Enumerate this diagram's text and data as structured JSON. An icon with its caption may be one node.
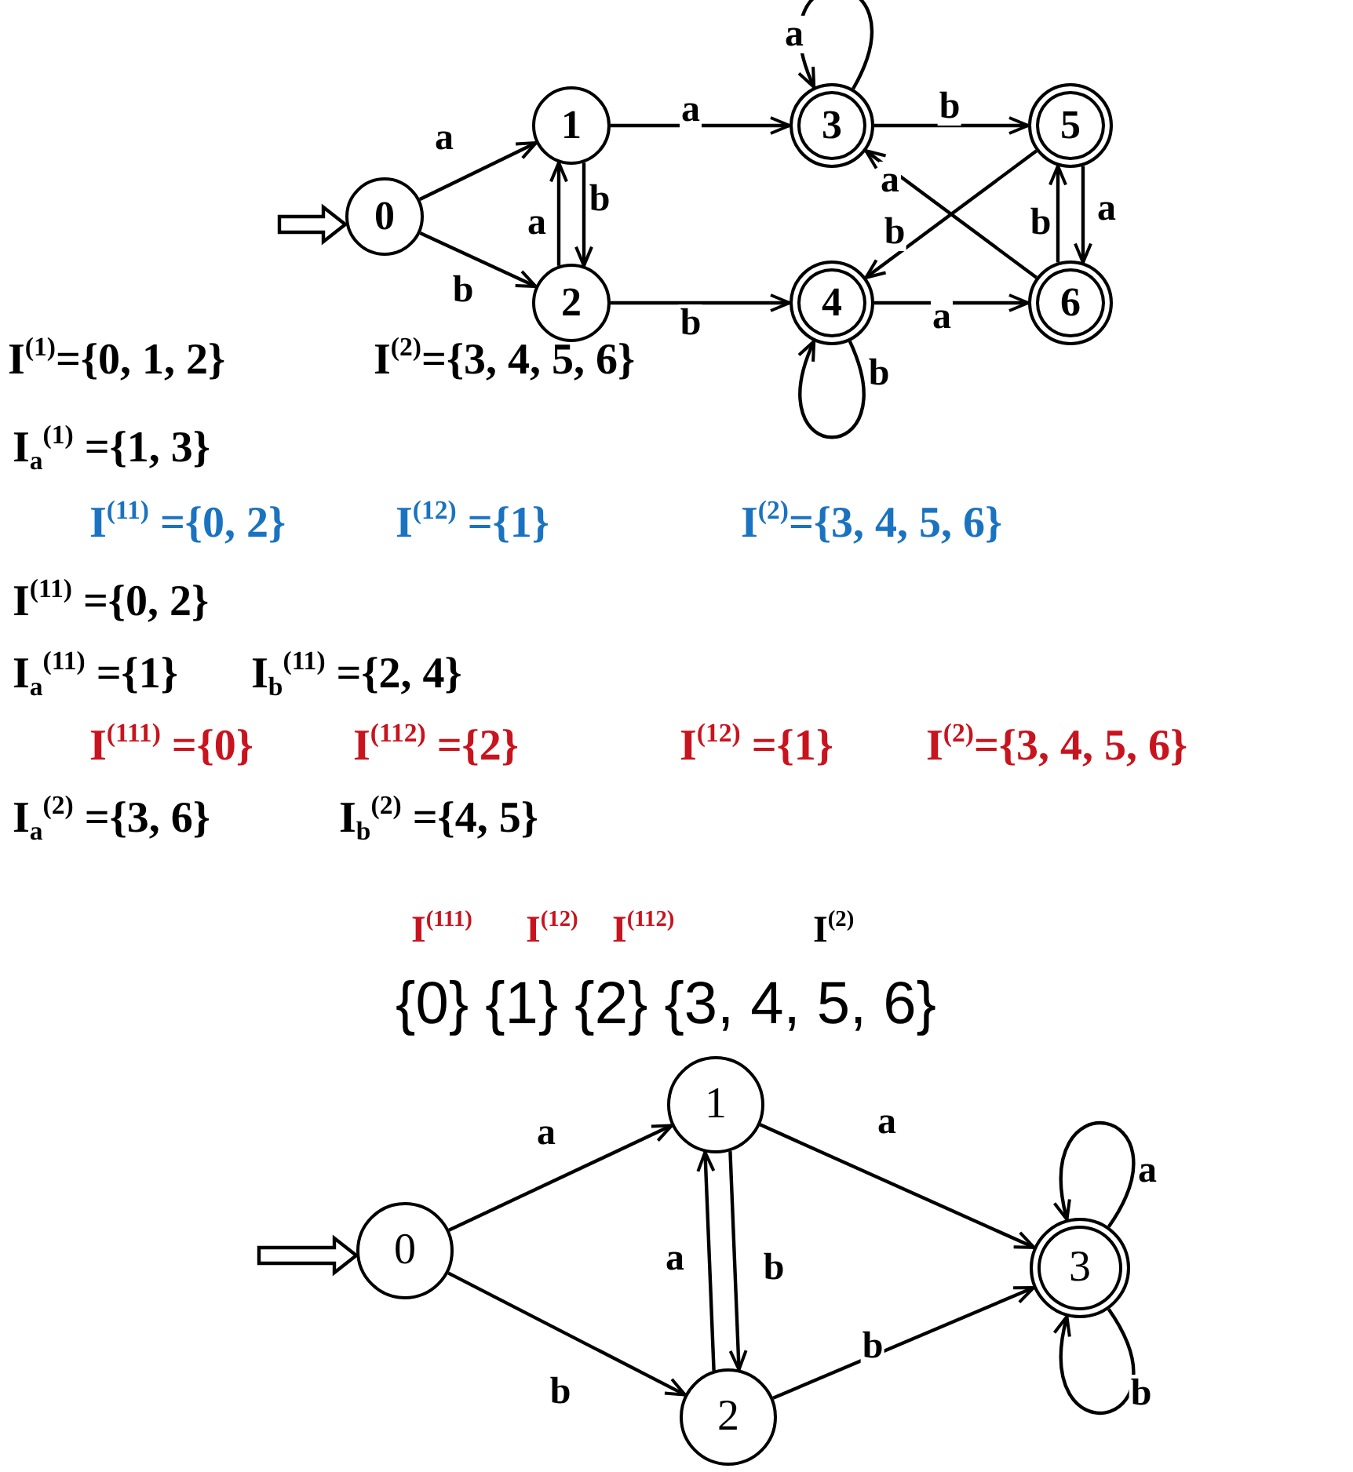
{
  "diagram": {
    "nodes": [
      {
        "text": [
          "0"
        ]
      },
      {
        "text": [
          "1"
        ]
      },
      {
        "text": [
          "2"
        ]
      },
      {
        "text": [
          "3"
        ]
      },
      {
        "text": [
          "4"
        ]
      },
      {
        "text": [
          "5"
        ]
      },
      {
        "text": [
          "6"
        ]
      },
      {
        "text": [
          "0"
        ]
      },
      {
        "text": [
          "1"
        ]
      },
      {
        "text": [
          "2"
        ]
      },
      {
        "text": [
          "3"
        ]
      }
    ],
    "edges": [
      {
        "from": null,
        "to": 0,
        "arrow": "to"
      },
      {
        "from": 0,
        "to": 1,
        "arrow": "to",
        "label": "a"
      },
      {
        "from": 0,
        "to": 2,
        "arrow": "to",
        "label": "b"
      },
      {
        "from": 1,
        "to": 3,
        "arrow": "to",
        "label": "a"
      },
      {
        "from": 1,
        "to": 2,
        "arrow": "to",
        "label": "b"
      },
      {
        "from": 2,
        "to": 1,
        "arrow": "to",
        "label": "a"
      },
      {
        "from": 2,
        "to": 4,
        "arrow": "to",
        "label": "b"
      },
      {
        "from": 3,
        "to": 3,
        "arrow": "to",
        "label": "a"
      },
      {
        "from": 3,
        "to": 5,
        "arrow": "to",
        "label": "b"
      },
      {
        "from": 4,
        "to": 4,
        "arrow": "to",
        "label": "b"
      },
      {
        "from": 4,
        "to": 6,
        "arrow": "to",
        "label": "a"
      },
      {
        "from": 5,
        "to": 4,
        "arrow": "to",
        "label": "b"
      },
      {
        "from": 5,
        "to": 6,
        "arrow": "to",
        "label": "a"
      },
      {
        "from": 6,
        "to": 5,
        "arrow": "to",
        "label": "b"
      },
      {
        "from": 6,
        "to": 3,
        "arrow": "to",
        "label": "a"
      },
      {
        "from": null,
        "to": 7,
        "arrow": "to"
      },
      {
        "from": 7,
        "to": 8,
        "arrow": "to",
        "label": "a"
      },
      {
        "from": 7,
        "to": 9,
        "arrow": "to",
        "label": "b"
      },
      {
        "from": 8,
        "to": 10,
        "arrow": "to",
        "label": "a"
      },
      {
        "from": 8,
        "to": 9,
        "arrow": "to",
        "label": "b"
      },
      {
        "from": 9,
        "to": 8,
        "arrow": "to",
        "label": "a"
      },
      {
        "from": 9,
        "to": 10,
        "arrow": "to",
        "label": "b"
      },
      {
        "from": 10,
        "to": 10,
        "arrow": "to",
        "label": "a"
      },
      {
        "from": 10,
        "to": 10,
        "arrow": "to",
        "label": "b"
      }
    ],
    "labels": [
      "I$^{(1)}$={0, 1, 2}",
      "I$^{(2)}$={3, 4, 5, 6}",
      "I$_{a}$$^{(1)}$ ={1, 3}",
      "I$^{(11)}$ ={0, 2}",
      "I$^{(12)}$ ={1}",
      "I$^{(2)}$={3, 4, 5, 6}",
      "I$^{(11)}$ ={0, 2}",
      "I$_{a}$$^{(11)}$ ={1}",
      "I$_{b}$$^{(11)}$ ={2, 4}",
      "I$^{(111)}$ ={0}",
      "I$^{(112)}$ ={2}",
      "I$^{(12)}$ ={1}",
      "I$^{(2)}$={3, 4, 5, 6}",
      "I$_{a}$$^{(2)}$ ={3, 6}",
      "I$_{b}$$^{(2)}$ ={4, 5}",
      "I$^{(111)}$",
      "I$^{(12)}$",
      "I$^{(112)}$",
      "I$^{(2)}$",
      "{0} {1} {2} {3, 4, 5, 6}"
    ]
  }
}
